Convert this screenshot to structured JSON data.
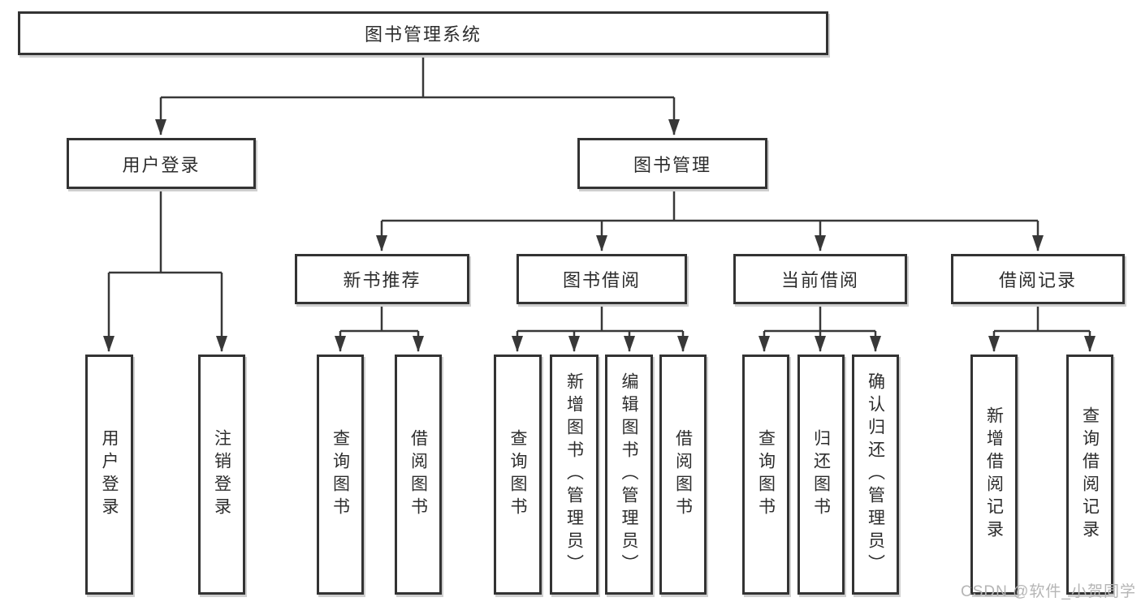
{
  "diagram_type": "hierarchy-tree",
  "colors": {
    "background": "#ffffff",
    "box_border": "#333333",
    "connector_line": "#383838",
    "text": "#2d2d2d",
    "watermark": "#b5b5b5"
  },
  "tree": {
    "label": "图书管理系统",
    "children": [
      {
        "label": "用户登录",
        "children": [
          {
            "label": "用户登录"
          },
          {
            "label": "注销登录"
          }
        ]
      },
      {
        "label": "图书管理",
        "children": [
          {
            "label": "新书推荐",
            "children": [
              {
                "label": "查询图书"
              },
              {
                "label": "借阅图书"
              }
            ]
          },
          {
            "label": "图书借阅",
            "children": [
              {
                "label": "查询图书"
              },
              {
                "label": "新增图书（管理员）"
              },
              {
                "label": "编辑图书（管理员）"
              },
              {
                "label": "借阅图书"
              }
            ]
          },
          {
            "label": "当前借阅",
            "children": [
              {
                "label": "查询图书"
              },
              {
                "label": "归还图书"
              },
              {
                "label": "确认归还（管理员）"
              }
            ]
          },
          {
            "label": "借阅记录",
            "children": [
              {
                "label": "新增借阅记录"
              },
              {
                "label": "查询借阅记录"
              }
            ]
          }
        ]
      }
    ]
  },
  "watermark": "CSDN @软件_小贺同学"
}
